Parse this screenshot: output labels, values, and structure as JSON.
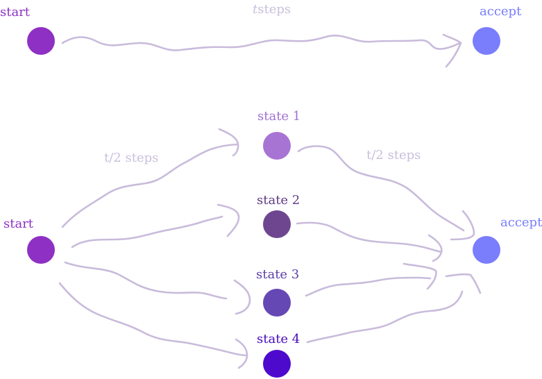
{
  "top": {
    "start_label": "start",
    "accept_label": "accept",
    "edge_label_var": "t",
    "edge_label_text": "steps"
  },
  "bottom": {
    "start_label": "start",
    "accept_label": "accept",
    "states": [
      {
        "label": "state 1",
        "color": "#a874d4",
        "label_color": "#a070d0"
      },
      {
        "label": "state 2",
        "color": "#6e4690",
        "label_color": "#5f3a83"
      },
      {
        "label": "state 3",
        "color": "#6648b4",
        "label_color": "#5a3ea8"
      },
      {
        "label": "state 4",
        "color": "#4d0acc",
        "label_color": "#4708b8"
      }
    ],
    "edge_label_left": "t/2 steps",
    "edge_label_right": "t/2 steps"
  },
  "colors": {
    "start": "#8e30c4",
    "start_label": "#8e30c4",
    "accept": "#7a7dfc",
    "accept_label": "#7a7dfc",
    "edge": "#c9bbdb"
  }
}
